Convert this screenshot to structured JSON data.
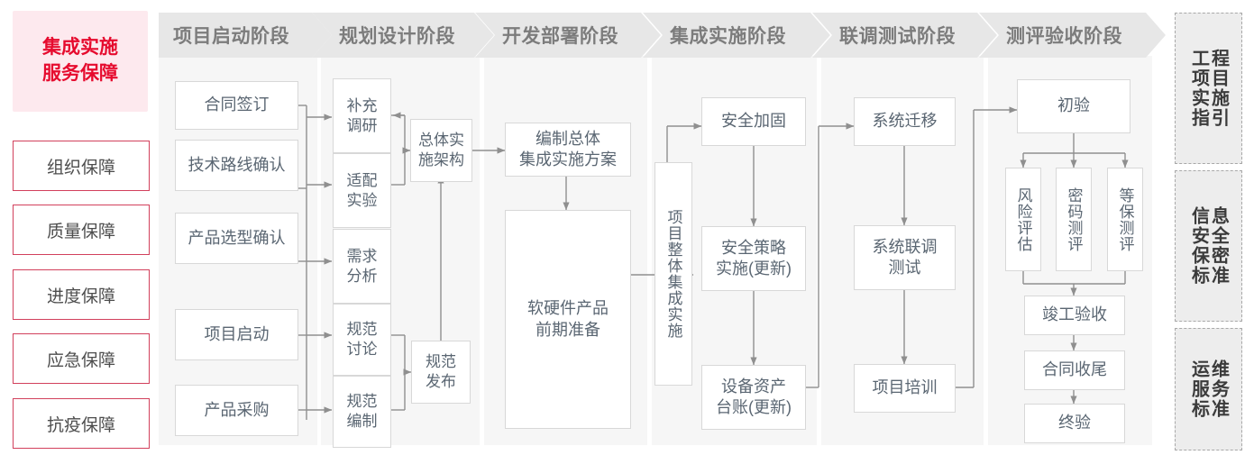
{
  "diagram": {
    "title": "集成实施服务保障",
    "guarantee_title_lines": [
      "集成实施",
      "服务保障"
    ],
    "guarantees": [
      {
        "label": "组织保障"
      },
      {
        "label": "质量保障"
      },
      {
        "label": "进度保障"
      },
      {
        "label": "应急保障"
      },
      {
        "label": "抗疫保障"
      }
    ],
    "phases": [
      {
        "id": "phase-qidong",
        "header": "项目启动阶段",
        "nodes": [
          {
            "label": "合同签订"
          },
          {
            "label": "技术路线确认"
          },
          {
            "label": "产品选型确认"
          },
          {
            "label": "项目启动"
          },
          {
            "label": "产品采购"
          }
        ]
      },
      {
        "id": "phase-guihua",
        "header": "规划设计阶段",
        "nodes": [
          {
            "label": "补充\n调研"
          },
          {
            "label": "适配\n实验"
          },
          {
            "label": "需求\n分析"
          },
          {
            "label": "规范\n讨论"
          },
          {
            "label": "规范\n编制"
          },
          {
            "label": "总体实\n施架构"
          },
          {
            "label": "规范\n发布"
          }
        ]
      },
      {
        "id": "phase-kaifa",
        "header": "开发部署阶段",
        "nodes": [
          {
            "label": "编制总体\n集成实施方案"
          },
          {
            "label": "软硬件产品\n前期准备"
          }
        ]
      },
      {
        "id": "phase-jicheng",
        "header": "集成实施阶段",
        "nodes": [
          {
            "label": "项目整体集成实施"
          },
          {
            "label": "安全加固"
          },
          {
            "label": "安全策略\n实施(更新)"
          },
          {
            "label": "设备资产\n台账(更新)"
          }
        ]
      },
      {
        "id": "phase-liandiao",
        "header": "联调测试阶段",
        "nodes": [
          {
            "label": "系统迁移"
          },
          {
            "label": "系统联调\n测试"
          },
          {
            "label": "项目培训"
          }
        ]
      },
      {
        "id": "phase-ceping",
        "header": "测评验收阶段",
        "nodes": [
          {
            "label": "初验"
          },
          {
            "label": "风险评估"
          },
          {
            "label": "密码测评"
          },
          {
            "label": "等保测评"
          },
          {
            "label": "竣工验收"
          },
          {
            "label": "合同收尾"
          },
          {
            "label": "终验"
          }
        ]
      }
    ],
    "standards": [
      {
        "id": "std-engineering",
        "col_right": "程目施引",
        "col_left": "工项实指",
        "full": "工程项目实施指引"
      },
      {
        "id": "std-security",
        "col_right": "息全密准",
        "col_left": "信安保标",
        "full": "信息安全保密标准"
      },
      {
        "id": "std-ops",
        "col_right": "维务准",
        "col_left": "运服标",
        "full": "运维服务标准"
      }
    ],
    "colors": {
      "accent_red": "#e60b2e",
      "guard_border": "#d2405c",
      "title_bg": "#fde9ee",
      "phase_header_bg": "#e7e7e7",
      "phase_header_text": "#7c7c7c",
      "phase_body_bg": "#f6f6f6",
      "node_border": "#d8d8d8",
      "node_text": "#5a6672",
      "connector": "#8f8f8f",
      "std_bg": "#ededed",
      "std_border": "#a8a8a8"
    }
  }
}
